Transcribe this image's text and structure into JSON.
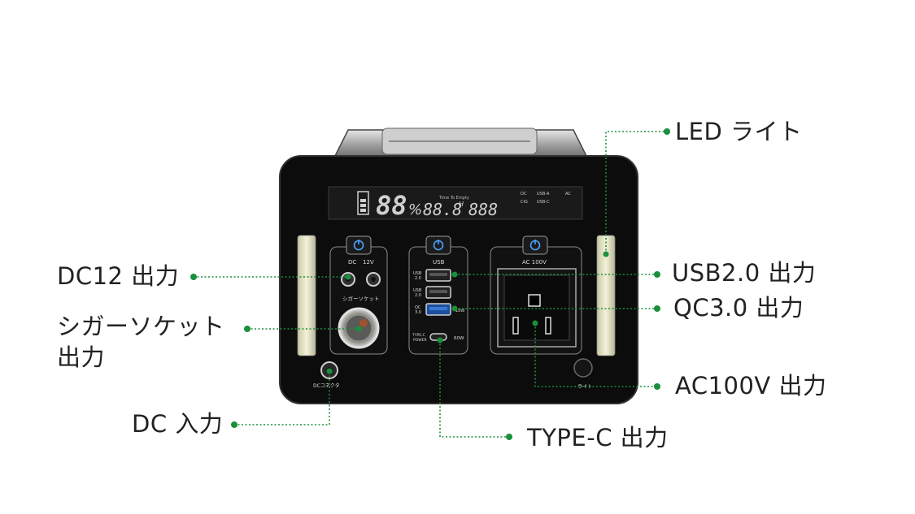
{
  "callouts": {
    "led_light": "LED ライト",
    "usb2_output": "USB2.0 出力",
    "qc3_output": "QC3.0 出力",
    "ac100v_output": "AC100V 出力",
    "dc12_output": "DC12 出力",
    "cigar_socket_output_line1": "シガーソケット",
    "cigar_socket_output_line2": "出力",
    "dc_input": "DC 入力",
    "typec_output": "TYPE-C 出力"
  },
  "display": {
    "battery_percent": "88",
    "percent_sign": "%",
    "time_label": "Time To Empty",
    "time_value": "88.8",
    "time_unit": "H",
    "watt_value": "888",
    "ind_dc": "DC",
    "ind_usba": "USB-A",
    "ind_ac": "AC",
    "ind_cig": "CIG",
    "ind_usbc": "USB-C"
  },
  "panel": {
    "dc_label": "DC",
    "dc_voltage": "12V",
    "cigar_label": "シガーソケット",
    "usb_label": "USB",
    "usb2_a_label_1": "USB",
    "usb2_a_label_2": "2.0",
    "usb2_b_label_1": "USB",
    "usb2_b_label_2": "2.0",
    "qc_label_1": "QC",
    "qc_label_2": "3.0",
    "qc_watt": "18W",
    "typec_label_1": "TYPE-C",
    "typec_label_2": "POWER",
    "typec_watt": "60W",
    "ac_label": "AC 100V",
    "dc_connector_label": "DCコネクタ",
    "light_label": "ライト"
  },
  "colors": {
    "leader_line": "#1a8f3c",
    "device_body": "#0c0c0c",
    "power_button_glow": "#4aa3ff"
  }
}
